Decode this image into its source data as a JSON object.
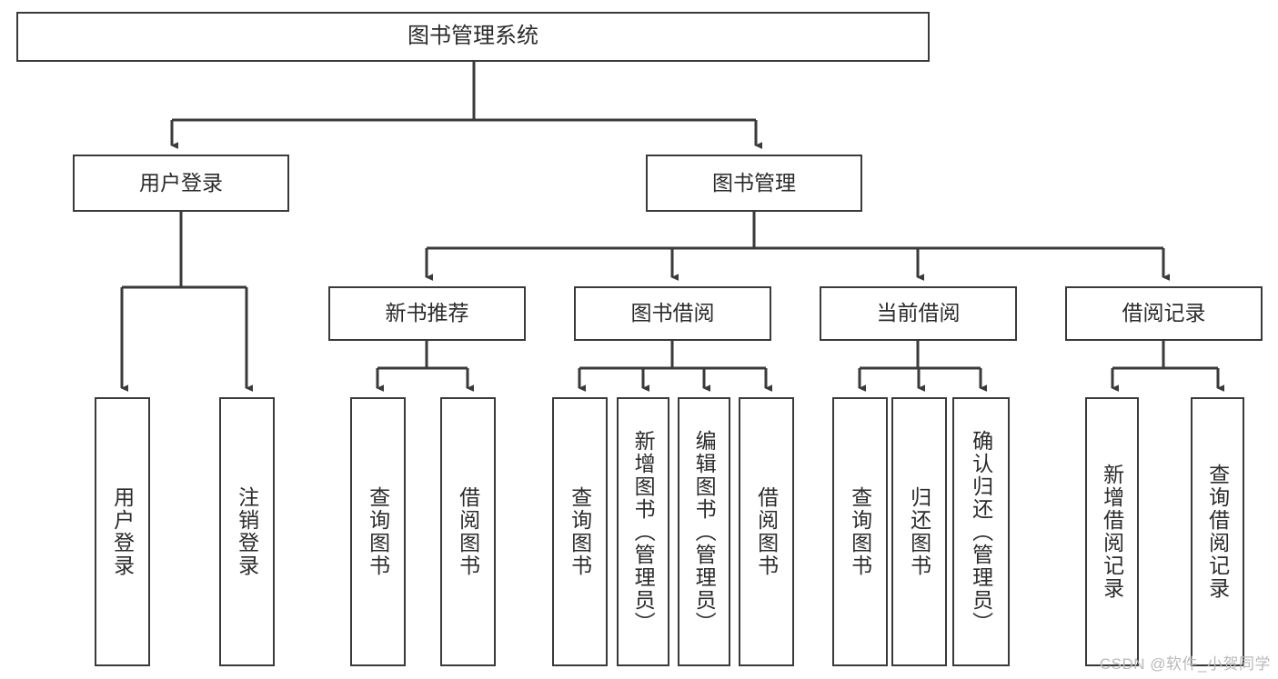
{
  "diagram": {
    "title": "图书管理系统",
    "type": "tree-hierarchy-chart",
    "colors": {
      "box_border": "#3a3a3a",
      "box_fill": "#ffffff",
      "connector": "#3a3a3a",
      "text": "#2b2b2b",
      "watermark": "#b9b9b9",
      "background": "#ffffff"
    },
    "watermark": "CSDN @软件_小贺同学",
    "nodes": {
      "root": {
        "label": "图书管理系统"
      },
      "level2": [
        {
          "id": "user-login",
          "label": "用户登录"
        },
        {
          "id": "book-management",
          "label": "图书管理"
        }
      ],
      "level3": [
        {
          "id": "new-book-recommend",
          "label": "新书推荐"
        },
        {
          "id": "book-borrow",
          "label": "图书借阅"
        },
        {
          "id": "current-borrow",
          "label": "当前借阅"
        },
        {
          "id": "borrow-record",
          "label": "借阅记录"
        }
      ],
      "leaves": {
        "user_login": [
          {
            "id": "leaf-user-login",
            "label": "用户登录"
          },
          {
            "id": "leaf-logout-login",
            "label": "注销登录"
          }
        ],
        "new_book_recommend": [
          {
            "id": "leaf-query-book-1",
            "label": "查询图书"
          },
          {
            "id": "leaf-borrow-book-1",
            "label": "借阅图书"
          }
        ],
        "book_borrow": [
          {
            "id": "leaf-query-book-2",
            "label": "查询图书"
          },
          {
            "id": "leaf-add-book",
            "label": "新增图书（管理员）"
          },
          {
            "id": "leaf-edit-book",
            "label": "编辑图书（管理员）"
          },
          {
            "id": "leaf-borrow-book-2",
            "label": "借阅图书"
          }
        ],
        "current_borrow": [
          {
            "id": "leaf-query-book-3",
            "label": "查询图书"
          },
          {
            "id": "leaf-return-book",
            "label": "归还图书"
          },
          {
            "id": "leaf-confirm-return",
            "label": "确认归还（管理员）"
          }
        ],
        "borrow_record": [
          {
            "id": "leaf-add-record",
            "label": "新增借阅记录"
          },
          {
            "id": "leaf-query-record",
            "label": "查询借阅记录"
          }
        ]
      }
    }
  }
}
